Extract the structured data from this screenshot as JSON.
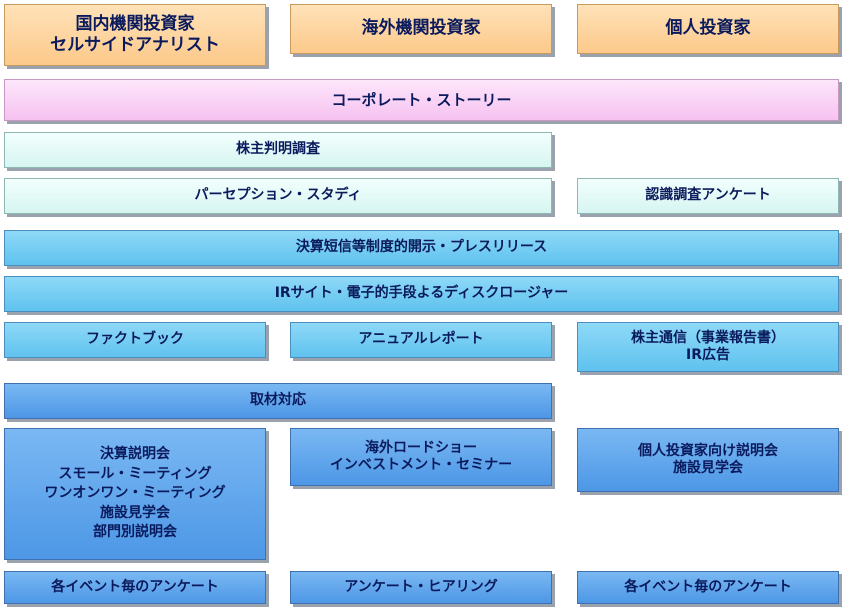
{
  "audiences": {
    "domestic": [
      "国内機関投資家",
      "セルサイドアナリスト"
    ],
    "overseas": "海外機関投資家",
    "individual": "個人投資家"
  },
  "corporate_story": "コーポレート・ストーリー",
  "shareholder_survey": "株主判明調査",
  "perception_study": "パーセプション・スタディ",
  "recognition_survey": "認識調査アンケート",
  "disclosure_release": "決算短信等制度的開示・プレスリリース",
  "ir_site": "IRサイト・電子的手段よるディスクロージャー",
  "fact_book": "ファクトブック",
  "annual_report": "アニュアルレポート",
  "shareholder_comm": [
    "株主通信（事業報告書）",
    "IR広告"
  ],
  "press_coverage": "取材対応",
  "events_domestic": [
    "決算説明会",
    "スモール・ミーティング",
    "ワンオンワン・ミーティング",
    "施設見学会",
    "部門別説明会"
  ],
  "events_overseas": [
    "海外ロードショー",
    "インベストメント・セミナー"
  ],
  "events_individual": [
    "個人投資家向け説明会",
    "施設見学会"
  ],
  "survey_domestic": "各イベント毎のアンケート",
  "survey_overseas": "アンケート・ヒアリング",
  "survey_individual": "各イベント毎のアンケート"
}
